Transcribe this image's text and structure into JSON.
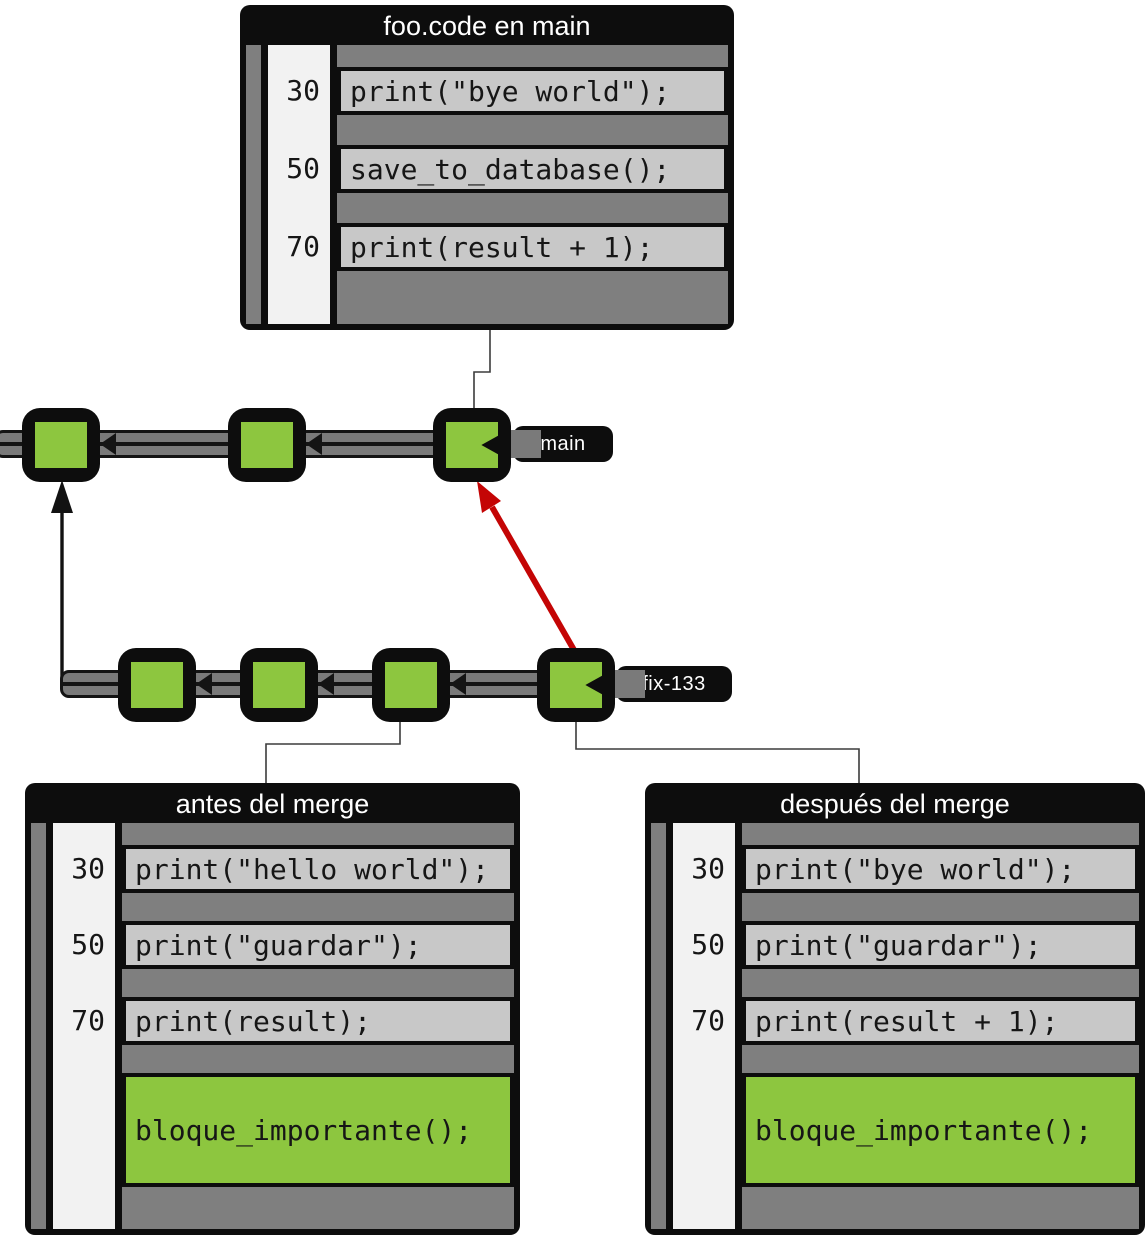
{
  "colors": {
    "green": "#8dc63f",
    "row_gray": "#c8c8c8",
    "dark_gray": "#7f7f7f",
    "gutter": "#f2f2f2",
    "ink": "#0d0d0d",
    "track_gray": "#7a7a7a",
    "red": "#c40505",
    "line_gray": "#3c3c3c"
  },
  "file_views": {
    "main_file": {
      "title": "foo.code en main",
      "lines": [
        {
          "num": "30",
          "code": "print(\"bye world\");"
        },
        {
          "num": "50",
          "code": "save_to_database();"
        },
        {
          "num": "70",
          "code": "print(result + 1);"
        }
      ]
    },
    "before_merge": {
      "title": "antes del merge",
      "lines": [
        {
          "num": "30",
          "code": "print(\"hello world\");"
        },
        {
          "num": "50",
          "code": "print(\"guardar\");"
        },
        {
          "num": "70",
          "code": "print(result);"
        }
      ],
      "highlight_code": "bloque_importante();"
    },
    "after_merge": {
      "title": "después del merge",
      "lines": [
        {
          "num": "30",
          "code": "print(\"bye world\");"
        },
        {
          "num": "50",
          "code": "print(\"guardar\");"
        },
        {
          "num": "70",
          "code": "print(result + 1);"
        }
      ],
      "highlight_code": "bloque_importante();"
    }
  },
  "graph": {
    "main_branch": {
      "label": "main",
      "commit_count": 3
    },
    "fix_branch": {
      "label": "fix-133",
      "commit_count": 4
    }
  }
}
